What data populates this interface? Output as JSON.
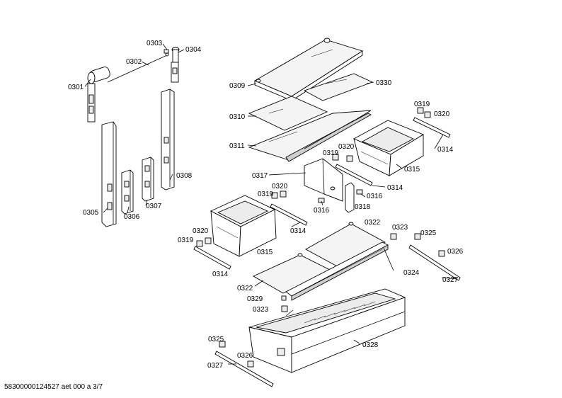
{
  "labels": {
    "l0301": "0301",
    "l0302": "0302",
    "l0303": "0303",
    "l0304": "0304",
    "l0305": "0305",
    "l0306": "0306",
    "l0307": "0307",
    "l0308": "0308",
    "l0309": "0309",
    "l0310": "0310",
    "l0311": "0311",
    "l0330": "0330",
    "l0319a": "0319",
    "l0320a": "0320",
    "l0314a": "0314",
    "l0315a": "0315",
    "l0319b": "0319",
    "l0320b": "0320",
    "l0317": "0317",
    "l0314b": "0314",
    "l0316a": "0316",
    "l0316b": "0316",
    "l0318": "0318",
    "l0320c": "0320",
    "l0319c": "0319",
    "l0314c": "0314",
    "l0320d": "0320",
    "l0319d": "0319",
    "l0315b": "0315",
    "l0314d": "0314",
    "l0322a": "0322",
    "l0323a": "0323",
    "l0325a": "0325",
    "l0326a": "0326",
    "l0324": "0324",
    "l0327a": "0327",
    "l0322b": "0322",
    "l0329": "0329",
    "l0323b": "0323",
    "l0328": "0328",
    "l0325b": "0325",
    "l0326b": "0326",
    "l0327b": "0327"
  },
  "footer": "58300000124527 aet 000 a 3/7"
}
